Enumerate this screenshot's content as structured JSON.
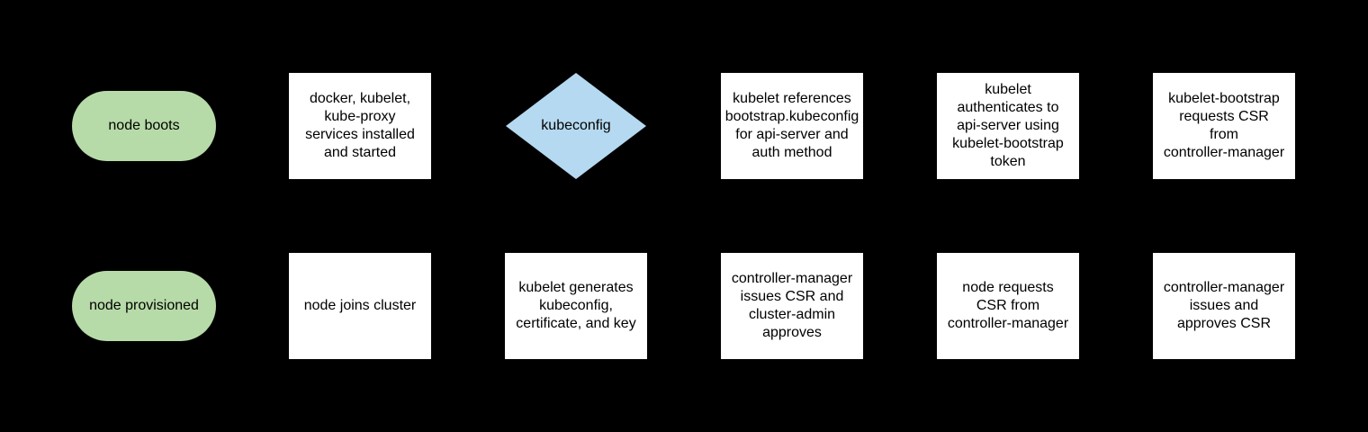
{
  "diagram": {
    "background_color": "#000000",
    "terminator_fill": "#b7dba8",
    "decision_fill": "#b5d9f0",
    "process_fill": "#ffffff",
    "text_color": "#000000"
  },
  "nodes": {
    "row1": [
      {
        "type": "terminator",
        "label": "node boots"
      },
      {
        "type": "process",
        "label": "docker, kubelet,\nkube-proxy\nservices installed\nand started"
      },
      {
        "type": "decision",
        "label": "kubeconfig"
      },
      {
        "type": "process",
        "label": "kubelet references\nbootstrap.kubeconfig\nfor api-server and\nauth method"
      },
      {
        "type": "process",
        "label": "kubelet\nauthenticates to\napi-server using\nkubelet-bootstrap\ntoken"
      },
      {
        "type": "process",
        "label": "kubelet-bootstrap\nrequests CSR\nfrom\ncontroller-manager"
      }
    ],
    "row2": [
      {
        "type": "terminator",
        "label": "node provisioned"
      },
      {
        "type": "process",
        "label": "node joins cluster"
      },
      {
        "type": "process",
        "label": "kubelet generates\nkubeconfig,\ncertificate, and key"
      },
      {
        "type": "process",
        "label": "controller-manager\nissues CSR and\ncluster-admin\napproves"
      },
      {
        "type": "process",
        "label": "node requests\nCSR from\ncontroller-manager"
      },
      {
        "type": "process",
        "label": "controller-manager\nissues and\napproves CSR"
      }
    ]
  }
}
